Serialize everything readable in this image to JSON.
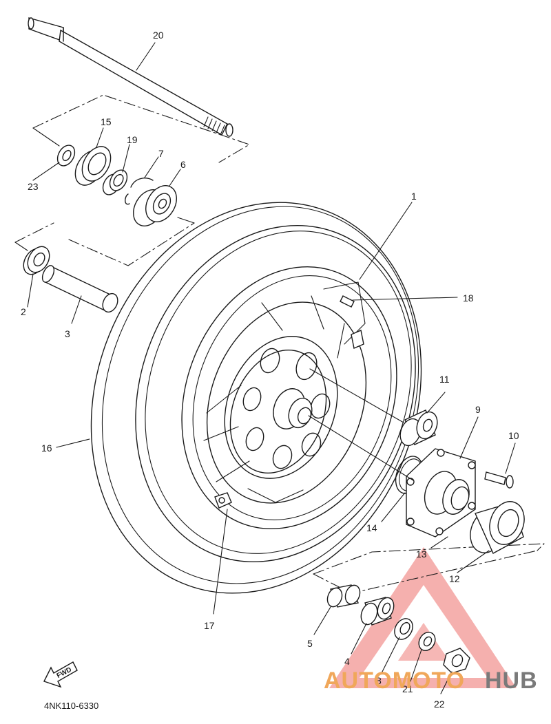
{
  "callouts": [
    {
      "id": "1",
      "label": "1"
    },
    {
      "id": "2",
      "label": "2"
    },
    {
      "id": "3",
      "label": "3"
    },
    {
      "id": "4",
      "label": "4"
    },
    {
      "id": "5",
      "label": "5"
    },
    {
      "id": "6",
      "label": "6"
    },
    {
      "id": "7",
      "label": "7"
    },
    {
      "id": "8",
      "label": "8"
    },
    {
      "id": "9",
      "label": "9"
    },
    {
      "id": "10",
      "label": "10"
    },
    {
      "id": "11",
      "label": "11"
    },
    {
      "id": "12",
      "label": "12"
    },
    {
      "id": "13",
      "label": "13"
    },
    {
      "id": "14",
      "label": "14"
    },
    {
      "id": "15",
      "label": "15"
    },
    {
      "id": "16",
      "label": "16"
    },
    {
      "id": "17",
      "label": "17"
    },
    {
      "id": "18",
      "label": "18"
    },
    {
      "id": "19",
      "label": "19"
    },
    {
      "id": "20",
      "label": "20"
    },
    {
      "id": "21",
      "label": "21"
    },
    {
      "id": "22",
      "label": "22"
    },
    {
      "id": "23",
      "label": "23"
    }
  ],
  "fwd_label": "FWD",
  "diagram_code": "4NK110-6330",
  "watermark": {
    "part1": "AUTOMOTO",
    "part2": "HUB",
    "accent_color": "#f0a75a",
    "secondary_color": "#7a7a7a",
    "logo_color": "#e8403a"
  }
}
